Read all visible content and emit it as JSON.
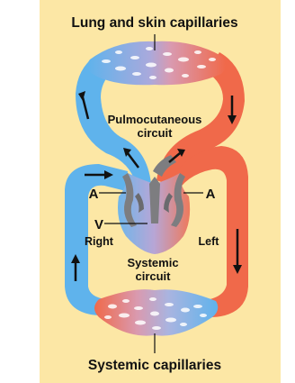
{
  "labels": {
    "top_title": "Lung and skin capillaries",
    "circuit_upper_line1": "Pulmocutaneous",
    "circuit_upper_line2": "circuit",
    "atrium_left_side": "A",
    "atrium_right_side": "A",
    "ventricle": "V",
    "side_right": "Right",
    "side_left": "Left",
    "circuit_lower_line1": "Systemic",
    "circuit_lower_line2": "circuit",
    "bottom_title": "Systemic capillaries"
  },
  "colors": {
    "background": "#FCE7A5",
    "oxygen_poor_blood": "#5FB3EC",
    "oxygen_rich_blood": "#F0694A",
    "capillary_bed_blend": "#B9A6D4",
    "heart_tissue": "#7D7D80",
    "arrow": "#111111",
    "label_text": "#111111"
  }
}
